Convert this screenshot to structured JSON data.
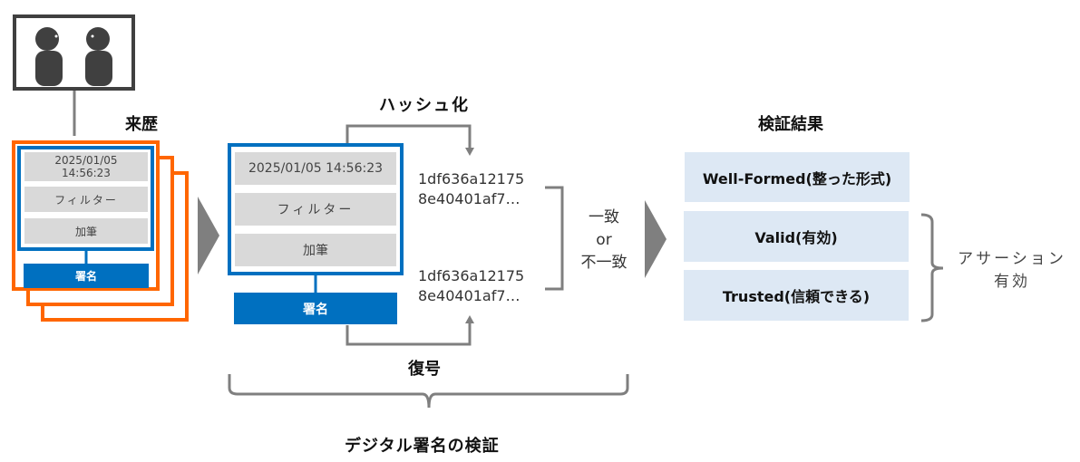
{
  "history": {
    "title": "来歴",
    "icon": "people-conversation-icon",
    "fields": [
      "2025/01/05\n14:56:23",
      "フィルター",
      "加筆"
    ],
    "signature": "署名"
  },
  "verification": {
    "hash_label": "ハッシュ化",
    "decrypt_label": "復号",
    "fields": [
      "2025/01/05 14:56:23",
      "フィルター",
      "加筆"
    ],
    "signature": "署名",
    "hash_top": [
      "1df636a12175",
      "8e40401af7…"
    ],
    "hash_bottom": [
      "1df636a12175",
      "8e40401af7…"
    ],
    "compare": [
      "一致",
      "or",
      "不一致"
    ],
    "caption": "デジタル署名の検証"
  },
  "results": {
    "title": "検証結果",
    "items": [
      "Well-Formed(整った形式)",
      "Valid(有効)",
      "Trusted(信頼できる)"
    ],
    "assertion_label": [
      "アサーション",
      "有効"
    ]
  },
  "colors": {
    "orange": "#ff6600",
    "blue": "#0070c0",
    "gray_box": "#d9d9d9",
    "result_box": "#dde8f4",
    "connector": "#7f7f7f"
  }
}
